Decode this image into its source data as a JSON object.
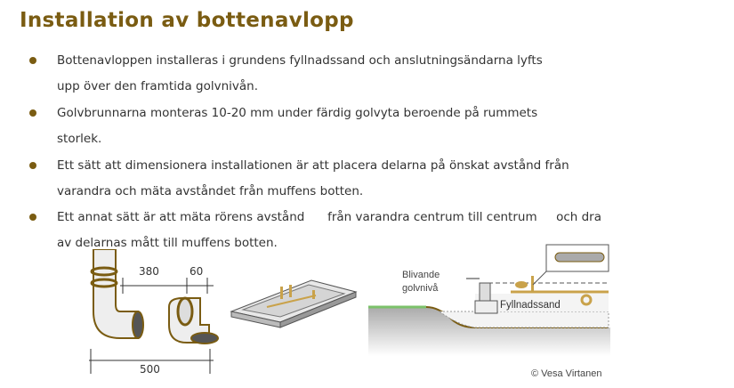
{
  "title": "Installation av bottenavlopp",
  "bullets": [
    {
      "lines": [
        "Bottenavloppen installeras i grundens fyllnadssand och anslutningsändarna lyfts",
        "upp över den framtida golvnivån."
      ]
    },
    {
      "lines": [
        "Golvbrunnarna monteras 10-20 mm under färdig golvyta beroende på rummets",
        "storlek."
      ]
    },
    {
      "lines": [
        "Ett sätt att dimensionera installationen är att placera delarna på önskat avstånd från",
        "varandra och mäta avståndet från muffens botten."
      ]
    },
    {
      "lines": [
        "Ett annat sätt är att mäta rörens avstånd      från varandra centrum till centrum     och dra",
        "av delarnas mått till muffens botten."
      ]
    }
  ],
  "figure1": {
    "dim_a": "380",
    "dim_b": "60",
    "dim_total": "500"
  },
  "figure3": {
    "label_floor": "Blivande\ngolvnivå",
    "label_sand": "Fyllnadssand",
    "credit": "© Vesa Virtanen"
  },
  "colors": {
    "accent": "#7a5c12",
    "text": "#333333",
    "grass": "#7cc26a"
  }
}
